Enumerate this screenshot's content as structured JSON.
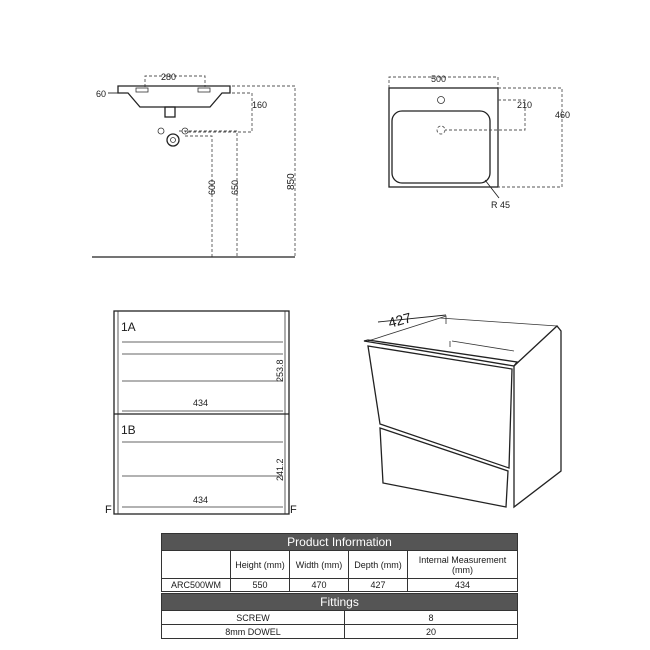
{
  "basin_side": {
    "dim_280": "280",
    "dim_60": "60",
    "dim_160": "160",
    "dim_600": "600",
    "dim_650": "650",
    "dim_850": "850"
  },
  "basin_top": {
    "dim_500": "500",
    "dim_210": "210",
    "dim_460": "460",
    "radius": "R 45"
  },
  "drawers_front": {
    "drawer_1a_label": "1A",
    "drawer_1b_label": "1B",
    "height_1a": "253.8",
    "height_1b": "241.2",
    "width_1a": "434",
    "width_1b": "434",
    "marker_left": "F",
    "marker_right": "F"
  },
  "cabinet_3d": {
    "depth": "427"
  },
  "product_info": {
    "title": "Product Information",
    "headers": [
      "Height (mm)",
      "Width (mm)",
      "Depth (mm)",
      "Internal Measurement (mm)"
    ],
    "model": "ARC500WM",
    "height": "550",
    "width": "470",
    "depth": "427",
    "internal": "434"
  },
  "fittings": {
    "title": "Fittings",
    "items": [
      {
        "name": "SCREW",
        "qty": "8"
      },
      {
        "name": "8mm DOWEL",
        "qty": "20"
      }
    ]
  },
  "colors": {
    "header_bg": "#555555",
    "line": "#222222"
  }
}
